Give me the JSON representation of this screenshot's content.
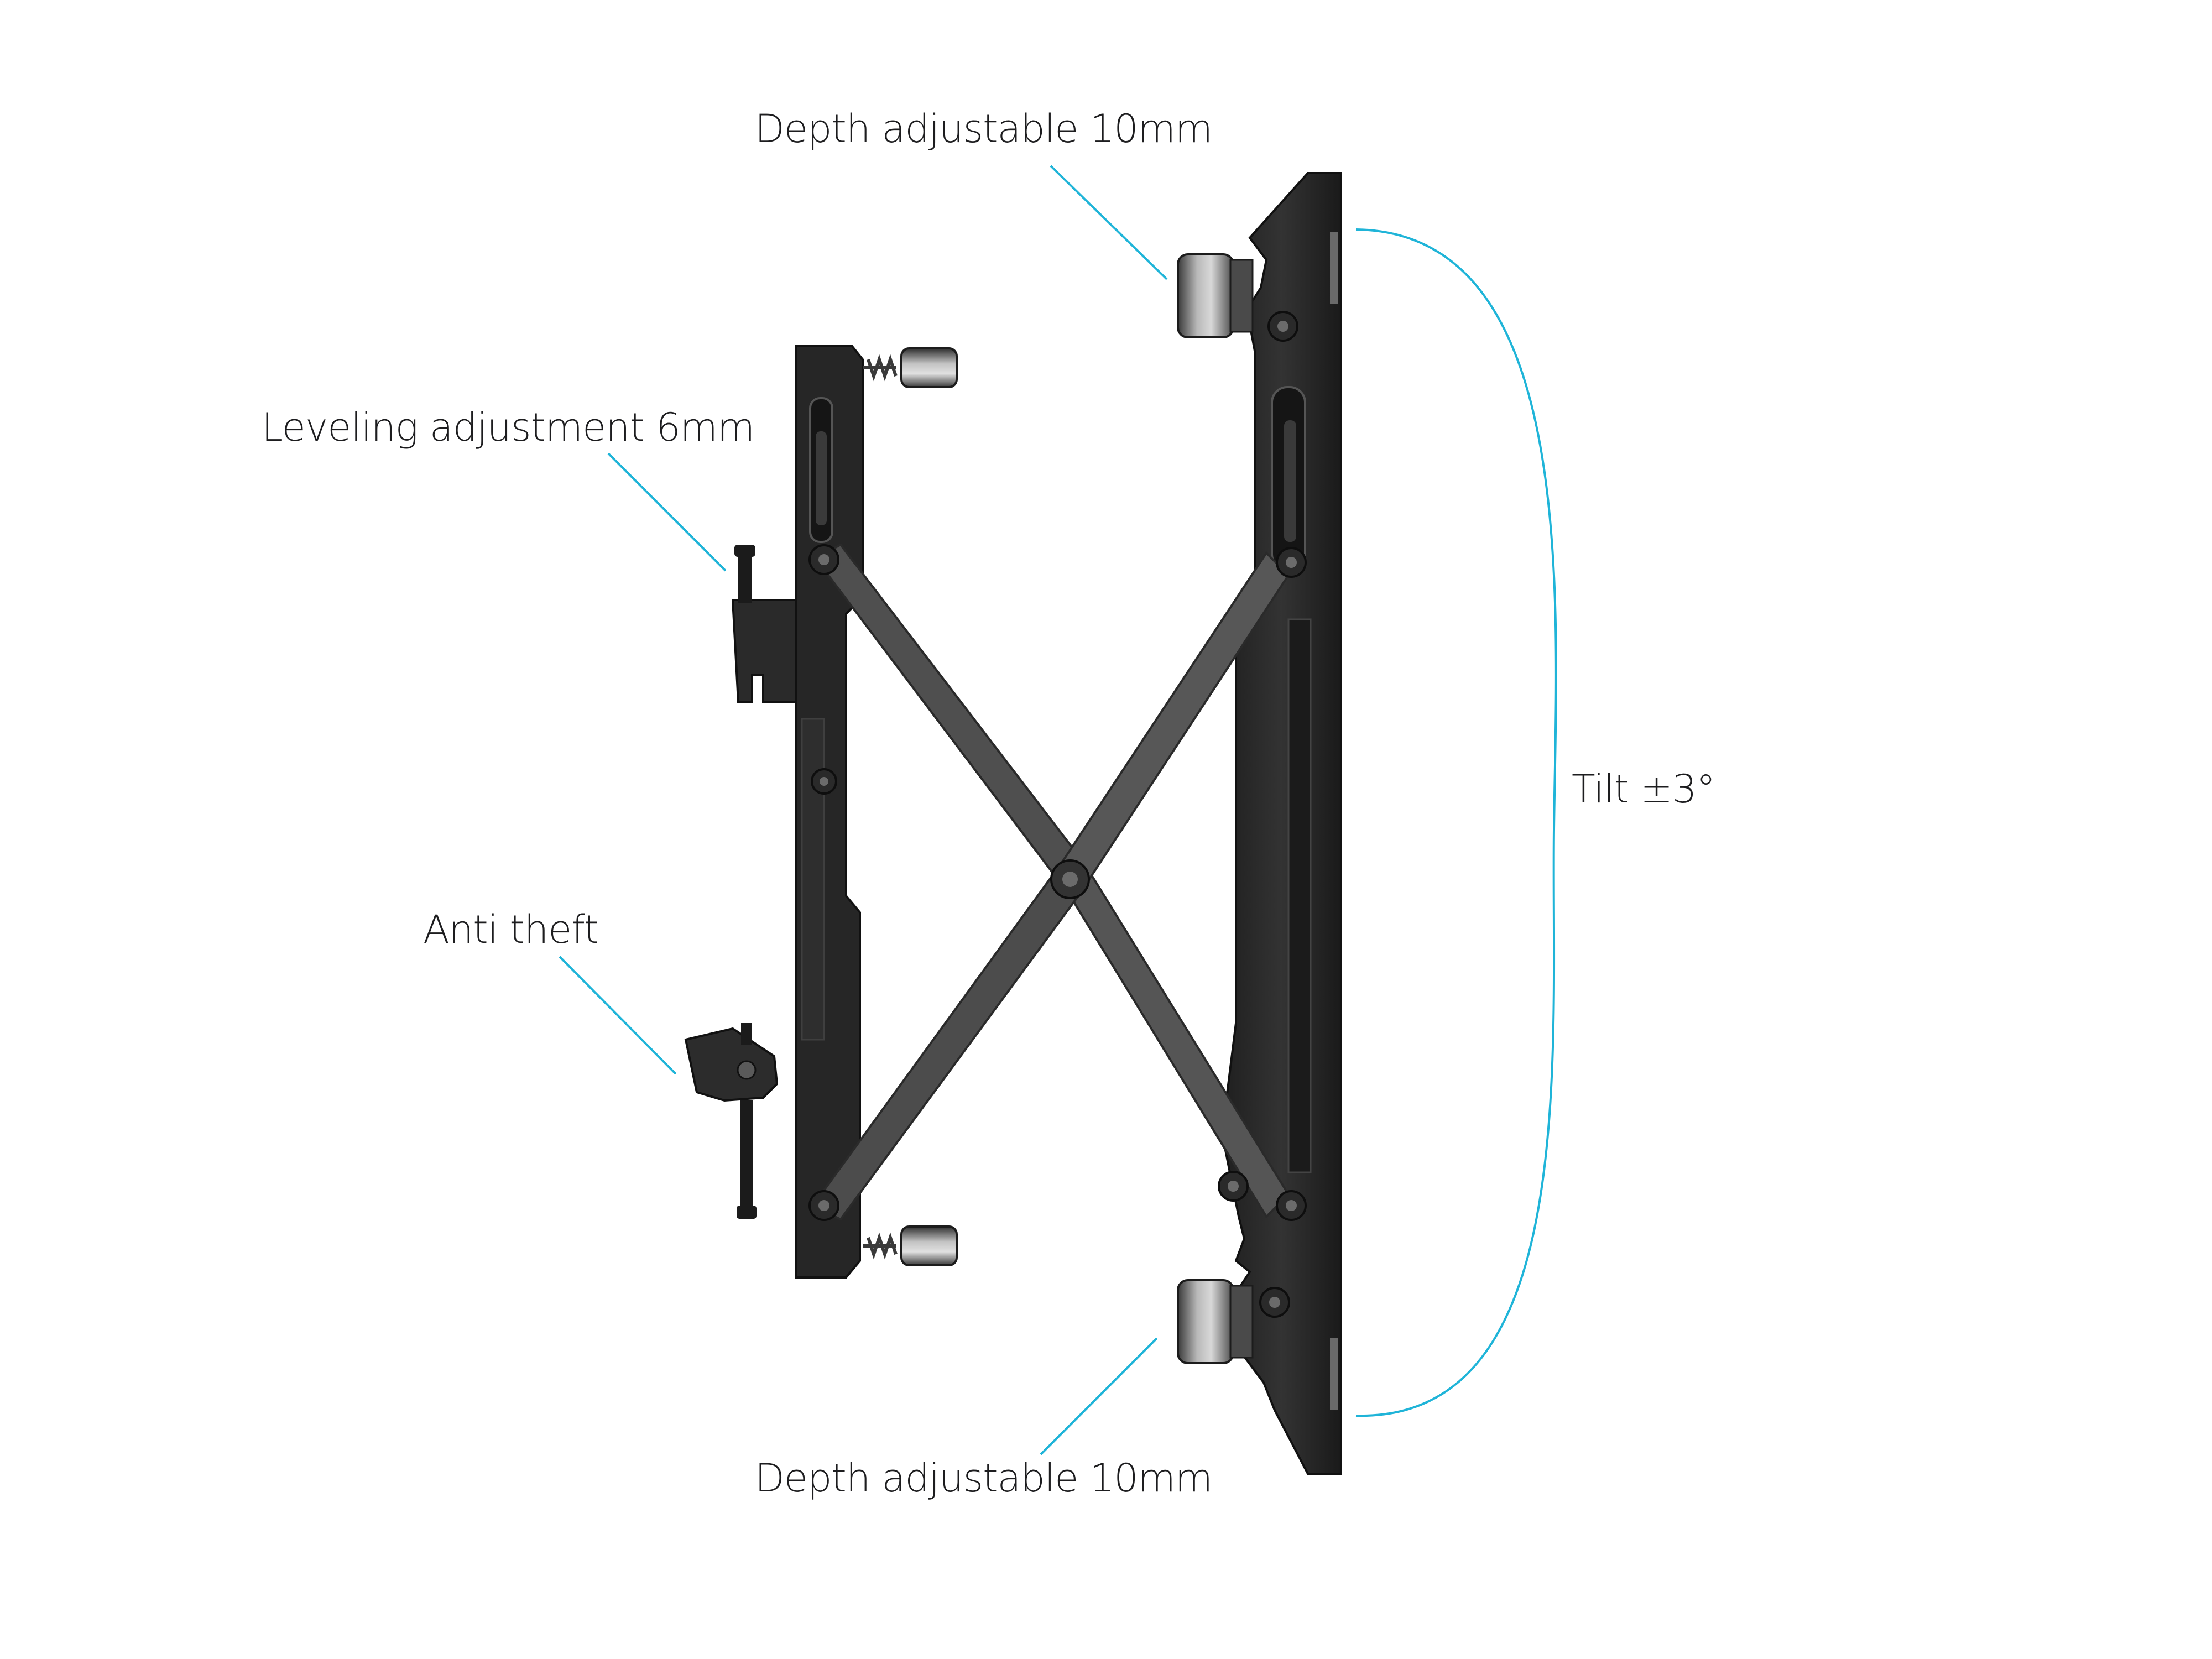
{
  "callouts": {
    "depth_top": "Depth adjustable 10mm",
    "leveling": "Leveling adjustment 6mm",
    "anti_theft": "Anti theft",
    "depth_bottom": "Depth adjustable 10mm",
    "tilt": "Tilt ±3°"
  },
  "colors": {
    "callout_line": "#1fb4d8",
    "bracket_dark": "#2b2b2b",
    "bracket_mid": "#3c3c3c",
    "arm_gray": "#4d4d4d",
    "knob_silver": "#8a8a8a"
  }
}
